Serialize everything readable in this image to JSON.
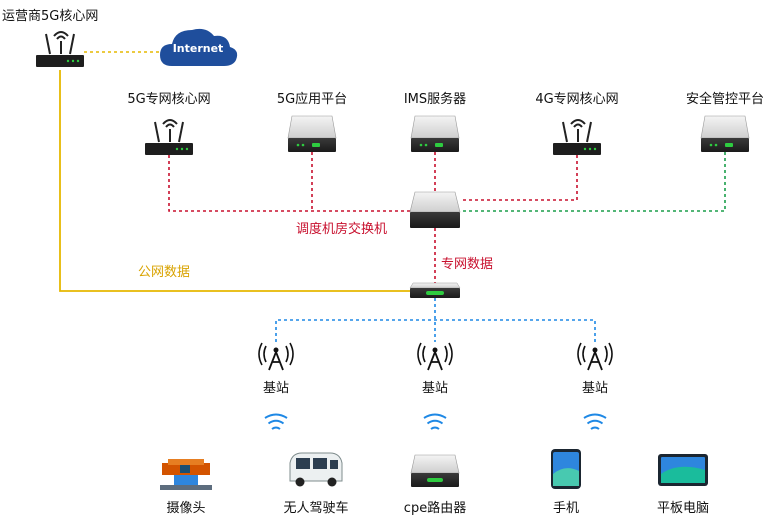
{
  "nodes": {
    "carrier_core": "运营商5G核心网",
    "internet": "Internet",
    "private_5g_core": "5G专网核心网",
    "app_platform_5g": "5G应用平台",
    "ims_server": "IMS服务器",
    "private_4g_core": "4G专网核心网",
    "security_platform": "安全管控平台",
    "dispatch_switch": "调度机房交换机",
    "public_data": "公网数据",
    "private_data": "专网数据",
    "base_station_1": "基站",
    "base_station_2": "基站",
    "base_station_3": "基站"
  },
  "terminals": {
    "camera": "摄像头",
    "driverless_car": "无人驾驶车",
    "cpe_router": "cpe路由器",
    "phone": "手机",
    "tablet": "平板电脑"
  },
  "colors": {
    "private_link": "#c8102e",
    "public_link": "#e6b800",
    "internet_link": "#e6b800",
    "security_link": "#1a9e4a",
    "radio_link": "#1e88e5",
    "cloud": "#1f4e9c"
  },
  "icons": [
    "router-icon",
    "cloud-icon",
    "server-icon",
    "switch-icon",
    "antenna-icon",
    "wifi-signal-icon",
    "camera-icon",
    "car-icon",
    "phone-icon",
    "tablet-icon"
  ]
}
